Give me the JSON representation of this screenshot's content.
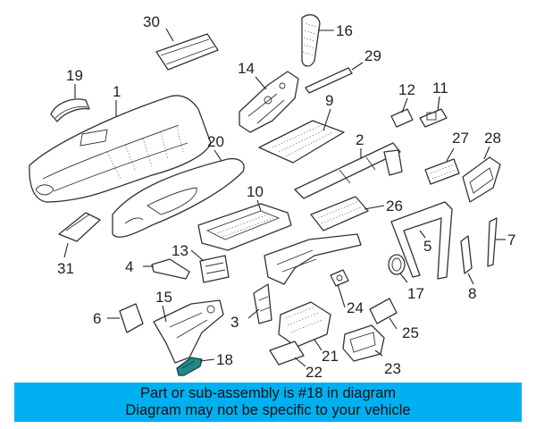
{
  "diagram": {
    "highlight_color": "#1f8a87",
    "highlighted_part": "18",
    "callouts": {
      "c1": "1",
      "c2": "2",
      "c3": "3",
      "c4": "4",
      "c5": "5",
      "c6": "6",
      "c7": "7",
      "c8": "8",
      "c9": "9",
      "c10": "10",
      "c11": "11",
      "c12": "12",
      "c13": "13",
      "c14": "14",
      "c15": "15",
      "c16": "16",
      "c17": "17",
      "c18": "18",
      "c19": "19",
      "c20": "20",
      "c21": "21",
      "c22": "22",
      "c23": "23",
      "c24": "24",
      "c25": "25",
      "c26": "26",
      "c27": "27",
      "c28": "28",
      "c29": "29",
      "c30": "30",
      "c31": "31"
    }
  },
  "banner": {
    "background_color": "#00b0f0",
    "line1": "Part or sub-assembly is #18 in diagram",
    "line2": "Diagram may not be specific to your vehicle"
  }
}
